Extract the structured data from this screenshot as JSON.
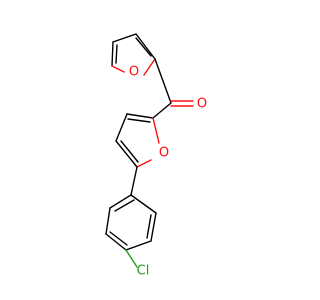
{
  "atoms": {
    "o_ring_top": "O",
    "o_ketone": "O",
    "o_ring_mid": "O",
    "cl": "Cl"
  },
  "colors": {
    "oxygen": "#ff0d0d",
    "chlorine": "#1fa01f",
    "bond": "#000000",
    "background": "#ffffff"
  }
}
